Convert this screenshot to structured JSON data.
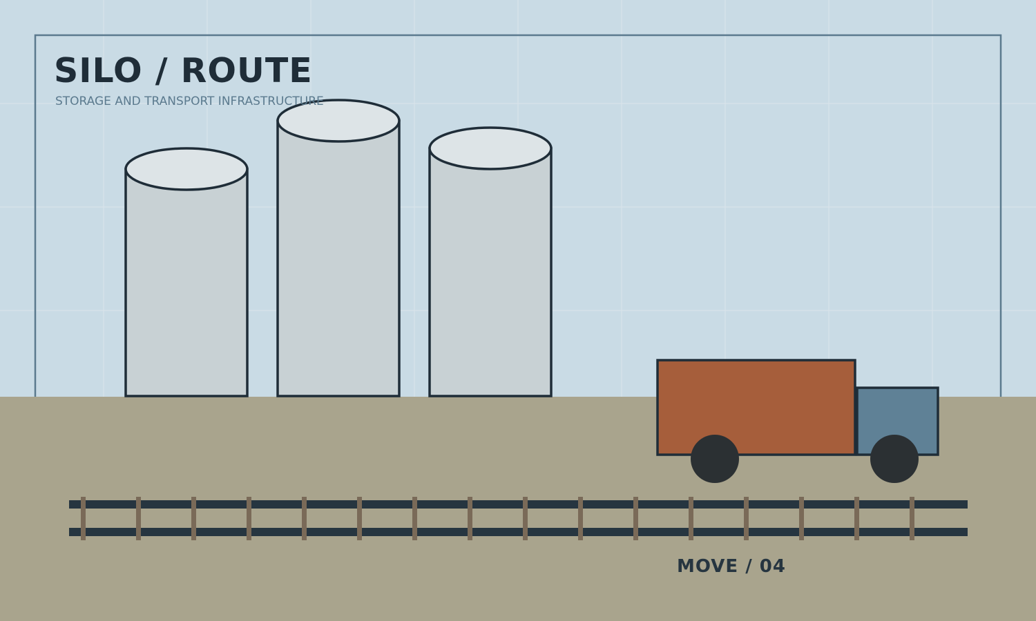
{
  "header": {
    "title": "SILO / ROUTE",
    "subtitle": "STORAGE AND TRANSPORT INFRASTRUCTURE"
  },
  "status": {
    "move_counter": "MOVE / 04"
  },
  "scene": {
    "silo_count": 3,
    "truck": {
      "cargo_color": "#a65e3b",
      "cab_color": "#5f8196"
    },
    "rail_tie_count": 16
  },
  "palette": {
    "sky": "#c9dbe5",
    "grid": "#d8e3ea",
    "frame": "#5b7a8e",
    "ground": "#a9a48d",
    "silo_body": "#c8d1d4",
    "silo_top": "#dde4e7",
    "outline": "#1f2d38",
    "rail": "#263540",
    "tie": "#7a6a58",
    "wheel": "#2b3033"
  }
}
